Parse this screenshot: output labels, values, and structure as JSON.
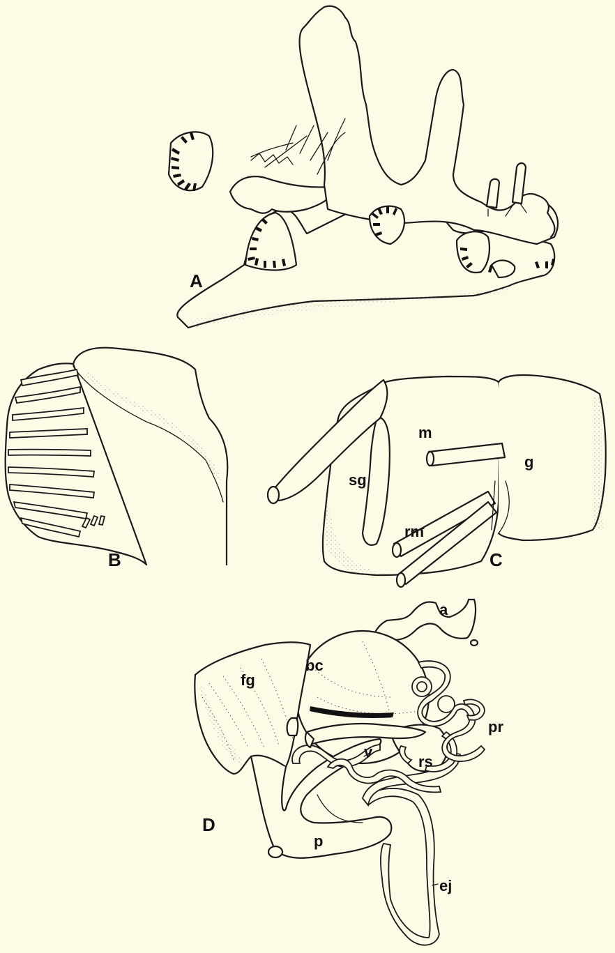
{
  "figure": {
    "panels": [
      "A",
      "B",
      "C",
      "D"
    ],
    "labels_C": [
      "m",
      "g",
      "sg",
      "rm",
      "C"
    ],
    "labels_D": [
      "a",
      "bc",
      "fg",
      "pr",
      "v",
      "rs",
      "D",
      "p",
      "ej"
    ]
  },
  "colors": {
    "background": "#fdfbe6",
    "ink": "#1a1a1a"
  }
}
